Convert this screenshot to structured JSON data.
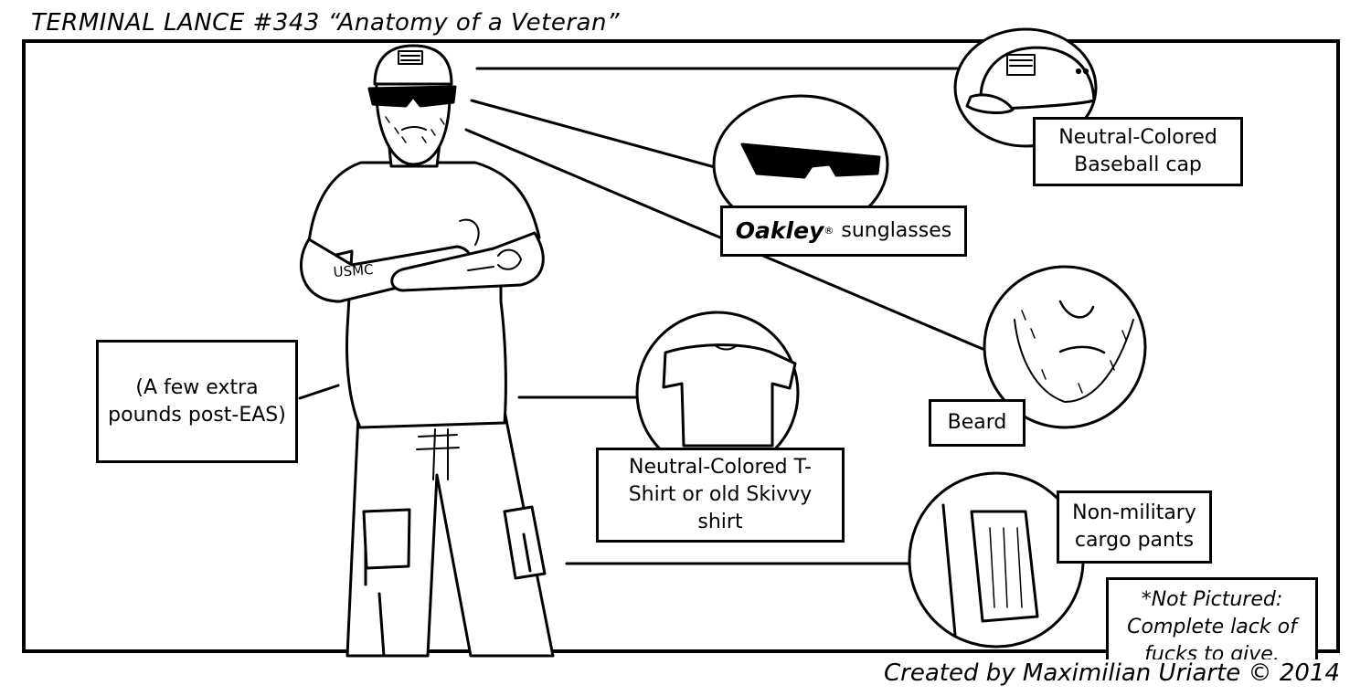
{
  "comic": {
    "title": "TERMINAL LANCE #343 “Anatomy of a Veteran”",
    "credit": "Created by Maximilian Uriarte © 2014"
  },
  "captions": {
    "cap": "Neutral-Colored Baseball cap",
    "sunglasses_brand": "Oakley",
    "sunglasses_mark": "®",
    "sunglasses_rest": "sunglasses",
    "beard": "Beard",
    "tshirt": "Neutral-Colored T-Shirt or old Skivvy shirt",
    "pants": "Non-military cargo pants",
    "pounds": "(A few extra pounds post-EAS)",
    "not_pictured": "*Not Pictured: Complete lack of fucks to give."
  },
  "tattoo": {
    "arm_letters": "USMC"
  }
}
